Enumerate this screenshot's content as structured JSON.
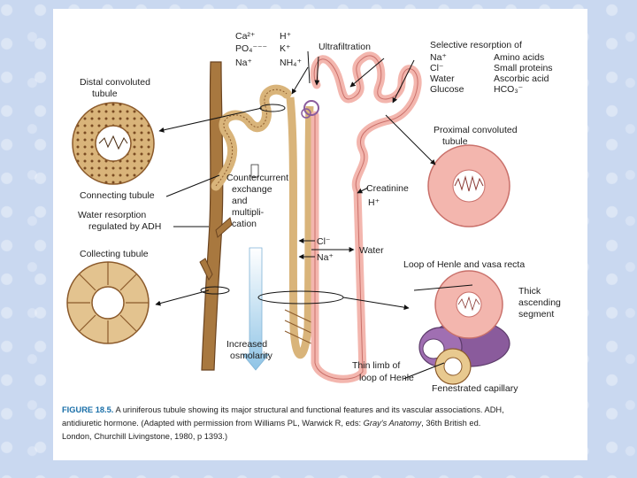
{
  "labels": {
    "ca": "Ca²⁺",
    "po4": "PO₄⁻⁻⁻",
    "na_top": "Na⁺",
    "h_top": "H⁺",
    "k_top": "K⁺",
    "nh4": "NH₄⁺",
    "ultrafiltration": "Ultrafiltration",
    "selective_title": "Selective resorption of",
    "sel_col1": [
      "Na⁺",
      "Cl⁻",
      "Water",
      "Glucose"
    ],
    "sel_col2": [
      "Amino acids",
      "Small proteins",
      "Ascorbic acid",
      "HCO₃⁻"
    ],
    "distal": [
      "Distal convoluted",
      "tubule"
    ],
    "proximal": [
      "Proximal convoluted",
      "tubule"
    ],
    "connecting": "Connecting tubule",
    "water_resorption": [
      "Water resorption",
      "regulated by ADH"
    ],
    "collecting": "Collecting tubule",
    "countercurrent": [
      "Countercurrent",
      "exchange",
      "and",
      "multipli-",
      "cation"
    ],
    "creatinine": "Creatinine",
    "h_mid": "H⁺",
    "cl_mid": "Cl⁻",
    "na_mid": "Na⁺",
    "water": "Water",
    "loop_henle": "Loop of Henle and vasa recta",
    "thick": [
      "Thick",
      "ascending",
      "segment"
    ],
    "increased": [
      "Increased",
      "osmolarity"
    ],
    "thin": [
      "Thin limb of",
      "loop of Henle"
    ],
    "fenestrated": "Fenestrated capillary"
  },
  "caption": {
    "figure_label": "FIGURE 18.5.",
    "text_line1": " A uriniferous tubule showing its major structural and functional features and its vascular associations. ADH,",
    "text_line2": "antidiuretic hormone. (Adapted with permission from Williams PL, Warwick R, eds: ",
    "italic": "Gray's Anatomy",
    "text_line2b": ", 36th British ed.",
    "text_line3": "London, Churchill Livingstone, 1980, p 1393.)"
  },
  "colors": {
    "tubule_tan": "#d9b47a",
    "tubule_dark": "#8b5a2b",
    "pink": "#f3b6ae",
    "pink_dark": "#c9706a",
    "purple": "#8a5b9c",
    "arrow_blue": "#8fc4e6",
    "caption_blue": "#1a6fa8"
  }
}
